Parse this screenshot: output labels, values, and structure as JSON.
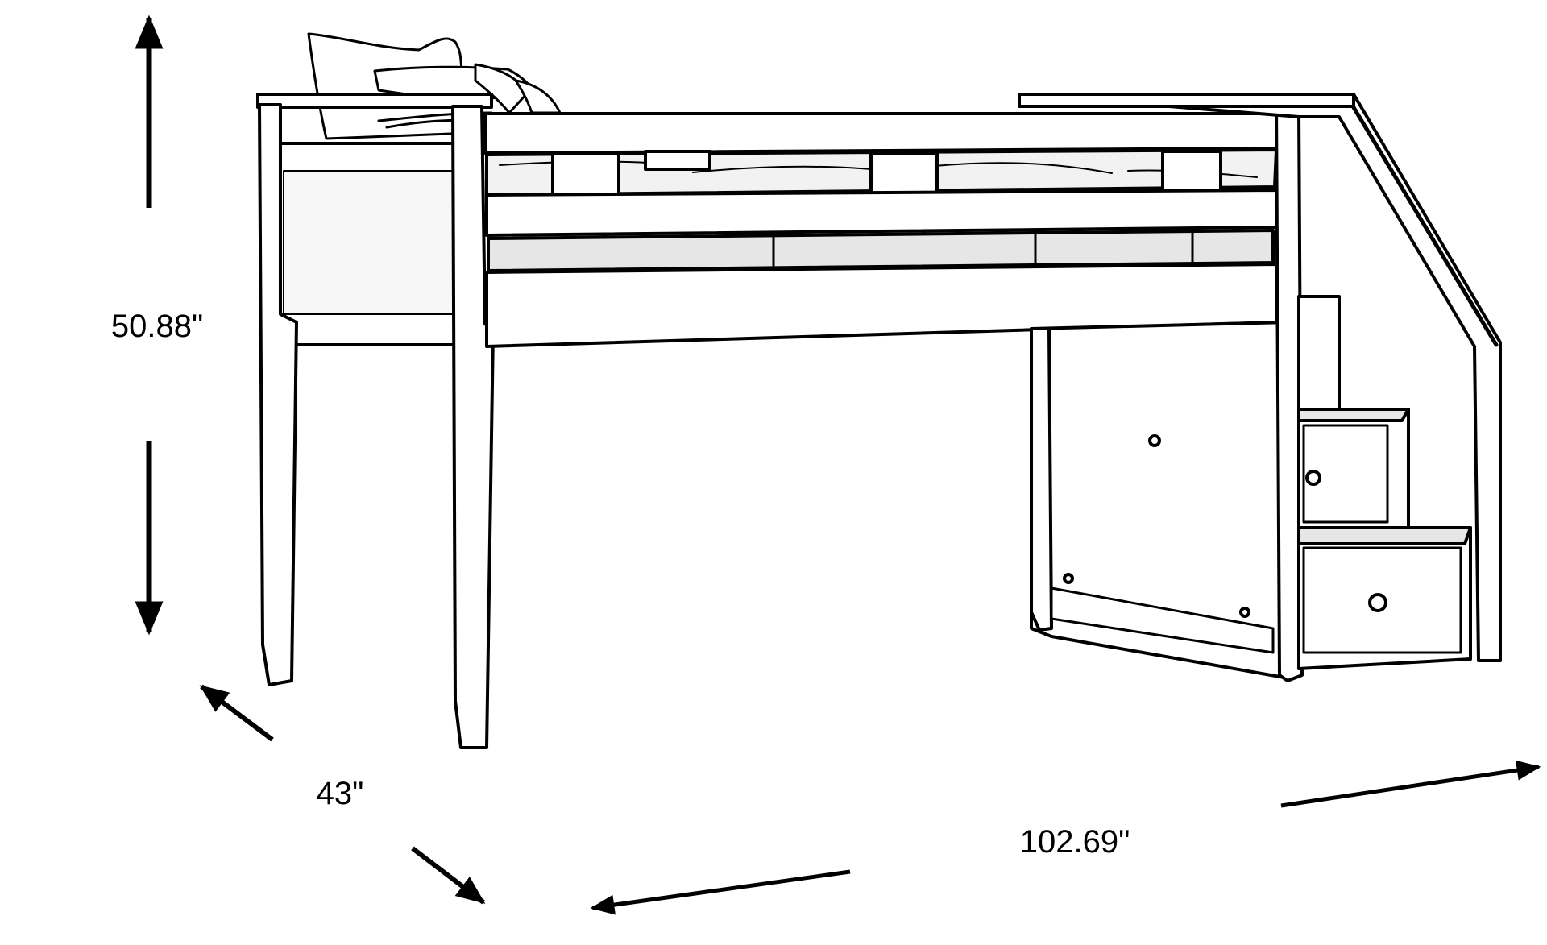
{
  "dimensions": {
    "height": "50.88\"",
    "depth": "43\"",
    "width": "102.69\""
  },
  "colors": {
    "line": "#000000",
    "background": "#ffffff",
    "shade": "#e6e6e6"
  }
}
